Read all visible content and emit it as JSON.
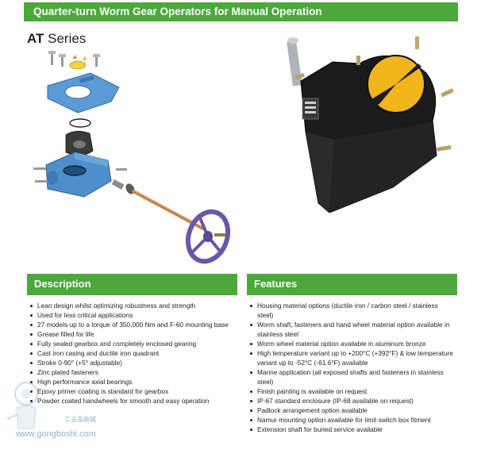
{
  "header": {
    "title": "Quarter-turn Worm Gear Operators for Manual Operation"
  },
  "series": {
    "strong": "AT",
    "rest": " Series"
  },
  "description": {
    "heading": "Description",
    "items": [
      "Lean design whilst optimizing robustness and strength",
      "Used for less critical applications",
      "27 models up to a torque of 350,000 Nm and F-60 mounting base",
      "Grease filled for life",
      "Fully sealed gearbox and completely enclosed gearing",
      "Cast iron casing and ductile iron quadrant",
      "Stroke 0-90° (+5° adjustable)",
      "Zinc plated fasteners",
      "High performance axial bearings",
      "Epoxy primer coating is standard for gearbox",
      "Powder coated handwheels for smooth and easy operation"
    ]
  },
  "features": {
    "heading": "Features",
    "items": [
      "Housing material options (ductile iron / carbon steel / stainless steel)",
      "Worm shaft, fasteners and hand wheel material option available in stainless steel",
      "Worm wheel material option available in aluminum bronze",
      "High temperature variant up to +200°C (+392°F) & low temperature variant up to -52°C (-61.6°F) available",
      "Marine application (all exposed shafts and fasteners in stainless steel)",
      "Finish painting is available on request",
      "IP-67 standard enclosure (IP-68 available on request)",
      "Padlock arrangement option available",
      "Namur mounting option available for limit switch box fitment",
      "Extension shaft for buried service available"
    ]
  },
  "watermark": {
    "url": "www.gongboshi.com",
    "cn": "工业品商城"
  },
  "colors": {
    "accent_green": "#4aa93a",
    "casting_blue": "#4f8fc9",
    "handwheel_purple": "#6b57a5",
    "indicator_yellow": "#f2b51b"
  }
}
